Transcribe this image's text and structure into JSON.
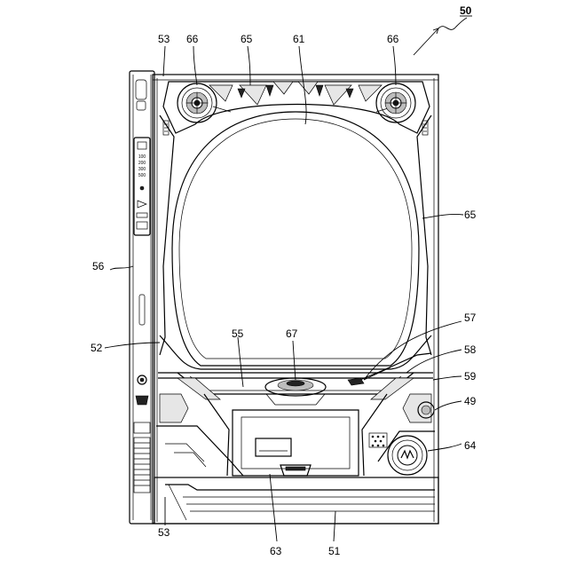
{
  "figure": {
    "main_ref": "50",
    "refs": {
      "r53_top": "53",
      "r66_left": "66",
      "r65_top": "65",
      "r61": "61",
      "r66_right": "66",
      "r65_right": "65",
      "r56": "56",
      "r57": "57",
      "r52": "52",
      "r55": "55",
      "r67": "67",
      "r58": "58",
      "r59": "59",
      "r49": "49",
      "r64": "64",
      "r53_bottom": "53",
      "r63": "63",
      "r51": "51"
    },
    "side_panel_labels": [
      "100",
      "200",
      "300",
      "500"
    ]
  }
}
